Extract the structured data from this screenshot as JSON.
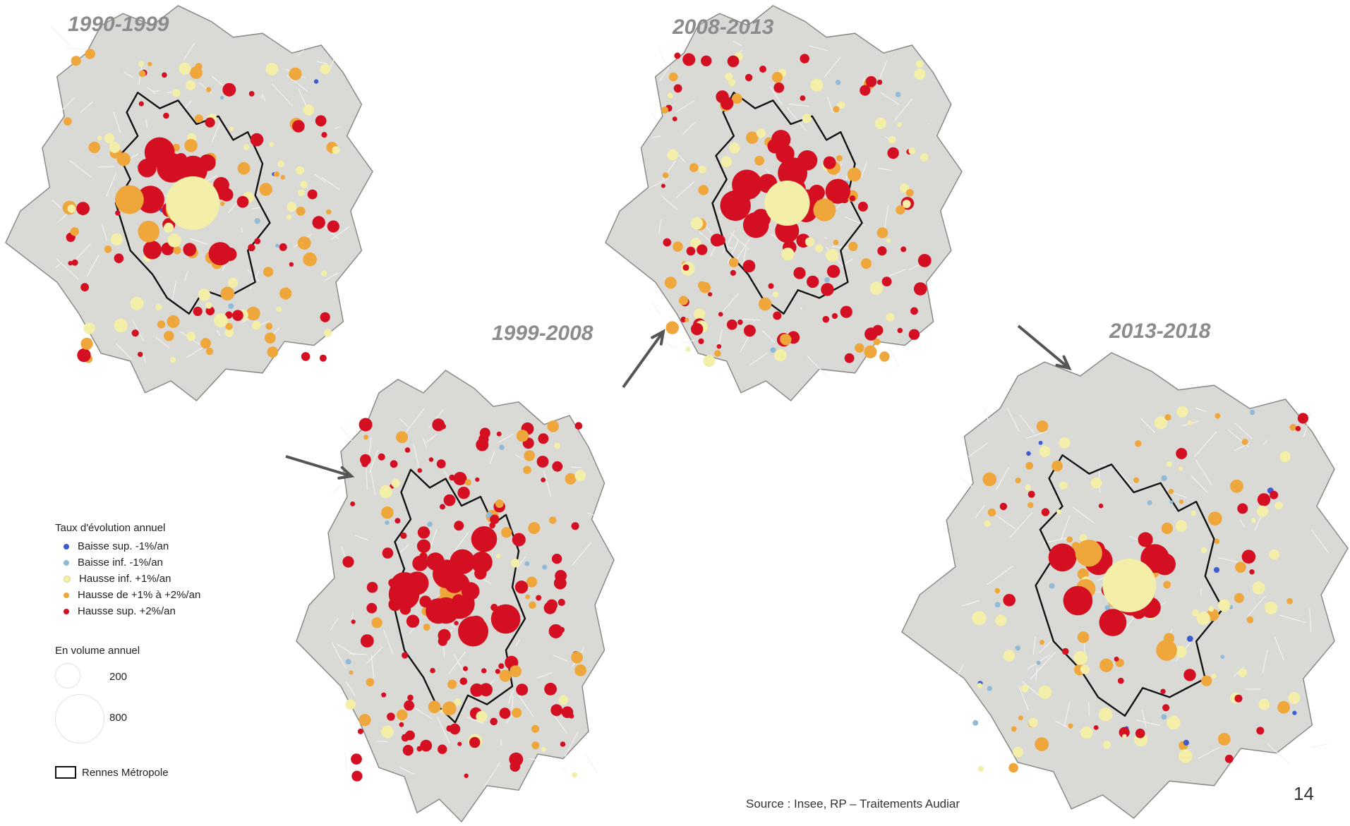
{
  "maps": [
    {
      "title": "1990-1999"
    },
    {
      "title": "1999-2008"
    },
    {
      "title": "2008-2013"
    },
    {
      "title": "2013-2018"
    }
  ],
  "legend": {
    "title": "Taux d'évolution annuel",
    "items": [
      {
        "label": "Baisse sup. -1%/an",
        "color": "#3f5bd0"
      },
      {
        "label": "Baisse inf. -1%/an",
        "color": "#8fbbd9"
      },
      {
        "label": "Hausse inf. +1%/an",
        "color": "#f3efa8"
      },
      {
        "label": "Hausse de +1% à +2%/an",
        "color": "#efa63a"
      },
      {
        "label": "Hausse sup. +2%/an",
        "color": "#d40f22"
      }
    ],
    "volume_title": "En volume annuel",
    "volume_small": "200",
    "volume_large": "800",
    "boundary_label": "Rennes Métropole"
  },
  "source": "Source : Insee, RP – Traitements Audiar",
  "page_number": "14"
}
